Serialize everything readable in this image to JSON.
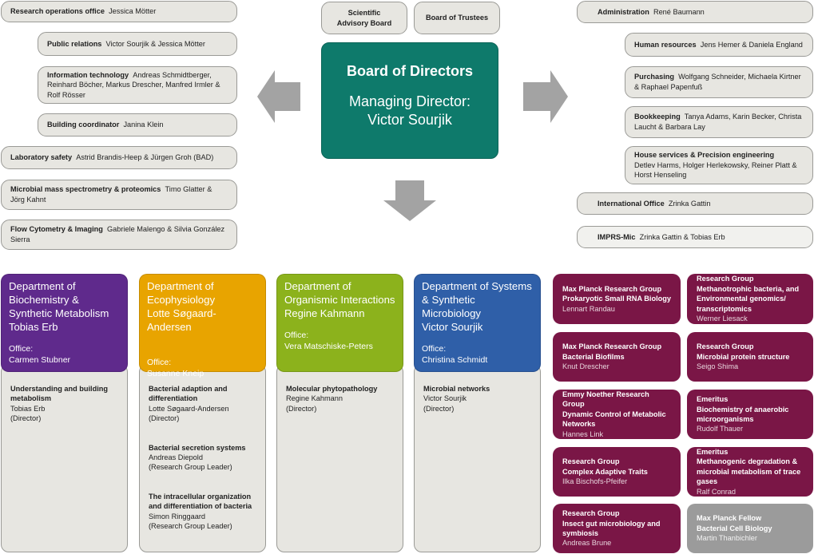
{
  "board": {
    "title": "Board of Directors",
    "subtitle_line1": "Managing Director:",
    "subtitle_line2": "Victor Sourjik"
  },
  "top_boxes": {
    "scientific_advisory_line1": "Scientific",
    "scientific_advisory_line2": "Advisory Board",
    "trustees": "Board of Trustees"
  },
  "left_units": [
    {
      "label": "Research operations office",
      "people": "Jessica Mötter"
    },
    {
      "label": "Public relations",
      "people": "Victor Sourjik & Jessica Mötter"
    },
    {
      "label": "Information technology",
      "people": "Andreas Schmidtberger, Reinhard Böcher, Markus Drescher, Manfred Irmler & Rolf Rösser"
    },
    {
      "label": "Building coordinator",
      "people": "Janina Klein"
    },
    {
      "label": "Laboratory safety",
      "people": "Astrid Brandis-Heep & Jürgen Groh (BAD)"
    },
    {
      "label": "Microbial mass spectrometry & proteomics",
      "people": "Timo Glatter & Jörg Kahnt"
    },
    {
      "label": "Flow Cytometry & Imaging",
      "people": "Gabriele Malengo & Silvia González Sierra"
    }
  ],
  "right_units": [
    {
      "label": "Administration",
      "people": "René Baumann"
    },
    {
      "label": "Human resources",
      "people": "Jens Hemer & Daniela England"
    },
    {
      "label": "Purchasing",
      "people": "Wolfgang Schneider, Michaela Kirtner & Raphael Papenfuß"
    },
    {
      "label": "Bookkeeping",
      "people": "Tanya Adams, Karin Becker, Christa Laucht & Barbara Lay"
    },
    {
      "label": "House services & Precision engineering",
      "people": "Detlev Harms, Holger Herlekowsky, Reiner Platt & Horst Henseling"
    },
    {
      "label": "International Office",
      "people": "Zrinka Gattin"
    },
    {
      "label": "IMPRS-Mic",
      "people": "Zrinka Gattin & Tobias Erb"
    }
  ],
  "departments": [
    {
      "name": "Department of Biochemistry & Synthetic Metabolism",
      "head": "Tobias Erb",
      "office_label": "Office:",
      "office": "Carmen Stubner",
      "color": "#5f2a8c",
      "groups": [
        {
          "title": "Understanding and building metabolism",
          "leader": "Tobias Erb",
          "role": "(Director)"
        }
      ]
    },
    {
      "name": "Department of Ecophysiology",
      "head": "Lotte Søgaard-Andersen",
      "office_label": "Office:",
      "office": "Susanne Kneip",
      "color": "#e8a400",
      "groups": [
        {
          "title": "Bacterial adaption and differentiation",
          "leader": "Lotte Søgaard-Andersen",
          "role": "(Director)"
        },
        {
          "title": "Bacterial secretion systems",
          "leader": "Andreas Diepold",
          "role": "(Research Group Leader)"
        },
        {
          "title": "The intracellular organization and differentiation of bacteria",
          "leader": "Simon Ringgaard",
          "role": "(Research Group Leader)"
        }
      ]
    },
    {
      "name": "Department of Organismic Interactions",
      "head": "Regine Kahmann",
      "office_label": "Office:",
      "office": "Vera Matschiske-Peters",
      "color": "#8cb21c",
      "groups": [
        {
          "title": "Molecular phytopathology",
          "leader": "Regine Kahmann",
          "role": "(Director)"
        }
      ]
    },
    {
      "name": "Department of Systems & Synthetic Microbiology",
      "head": "Victor Sourjik",
      "office_label": "Office:",
      "office": "Christina Schmidt",
      "color": "#2f5fa8",
      "groups": [
        {
          "title": "Microbial networks",
          "leader": "Victor Sourjik",
          "role": "(Director)"
        }
      ]
    }
  ],
  "research_groups": [
    {
      "type": "Max Planck Research Group",
      "topic": "Prokaryotic Small RNA Biology",
      "person": "Lennart Randau"
    },
    {
      "type": "Research Group",
      "topic": "Methanotrophic bacteria, and Environmental genomics/ transcriptomics",
      "person": "Werner Liesack"
    },
    {
      "type": "Max Planck Research Group",
      "topic": "Bacterial Biofilms",
      "person": "Knut Drescher"
    },
    {
      "type": "Research Group",
      "topic": "Microbial protein structure",
      "person": "Seigo Shima"
    },
    {
      "type": "Emmy Noether Research Group",
      "topic": "Dynamic Control of Metabolic Networks",
      "person": "Hannes Link"
    },
    {
      "type": "Emeritus",
      "topic": "Biochemistry of anaerobic microorganisms",
      "person": "Rudolf Thauer"
    },
    {
      "type": "Research Group",
      "topic": "Complex Adaptive Traits",
      "person": "Ilka Bischofs-Pfeifer"
    },
    {
      "type": "Emeritus",
      "topic": "Methanogenic degradation & microbial metabolism of trace gases",
      "person": "Ralf Conrad"
    },
    {
      "type": "Research Group",
      "topic": "Insect gut microbiology and symbiosis",
      "person": "Andreas Brune"
    },
    {
      "type": "Max Planck Fellow",
      "topic": "Bacterial Cell Biology",
      "person": "Martin Thanbichler"
    }
  ],
  "colors": {
    "board": "#0e7a6b",
    "unit_box": "#e7e6e1",
    "research_group": "#7a1646",
    "fellow": "#9b9b9b",
    "arrow": "#a3a3a3"
  }
}
